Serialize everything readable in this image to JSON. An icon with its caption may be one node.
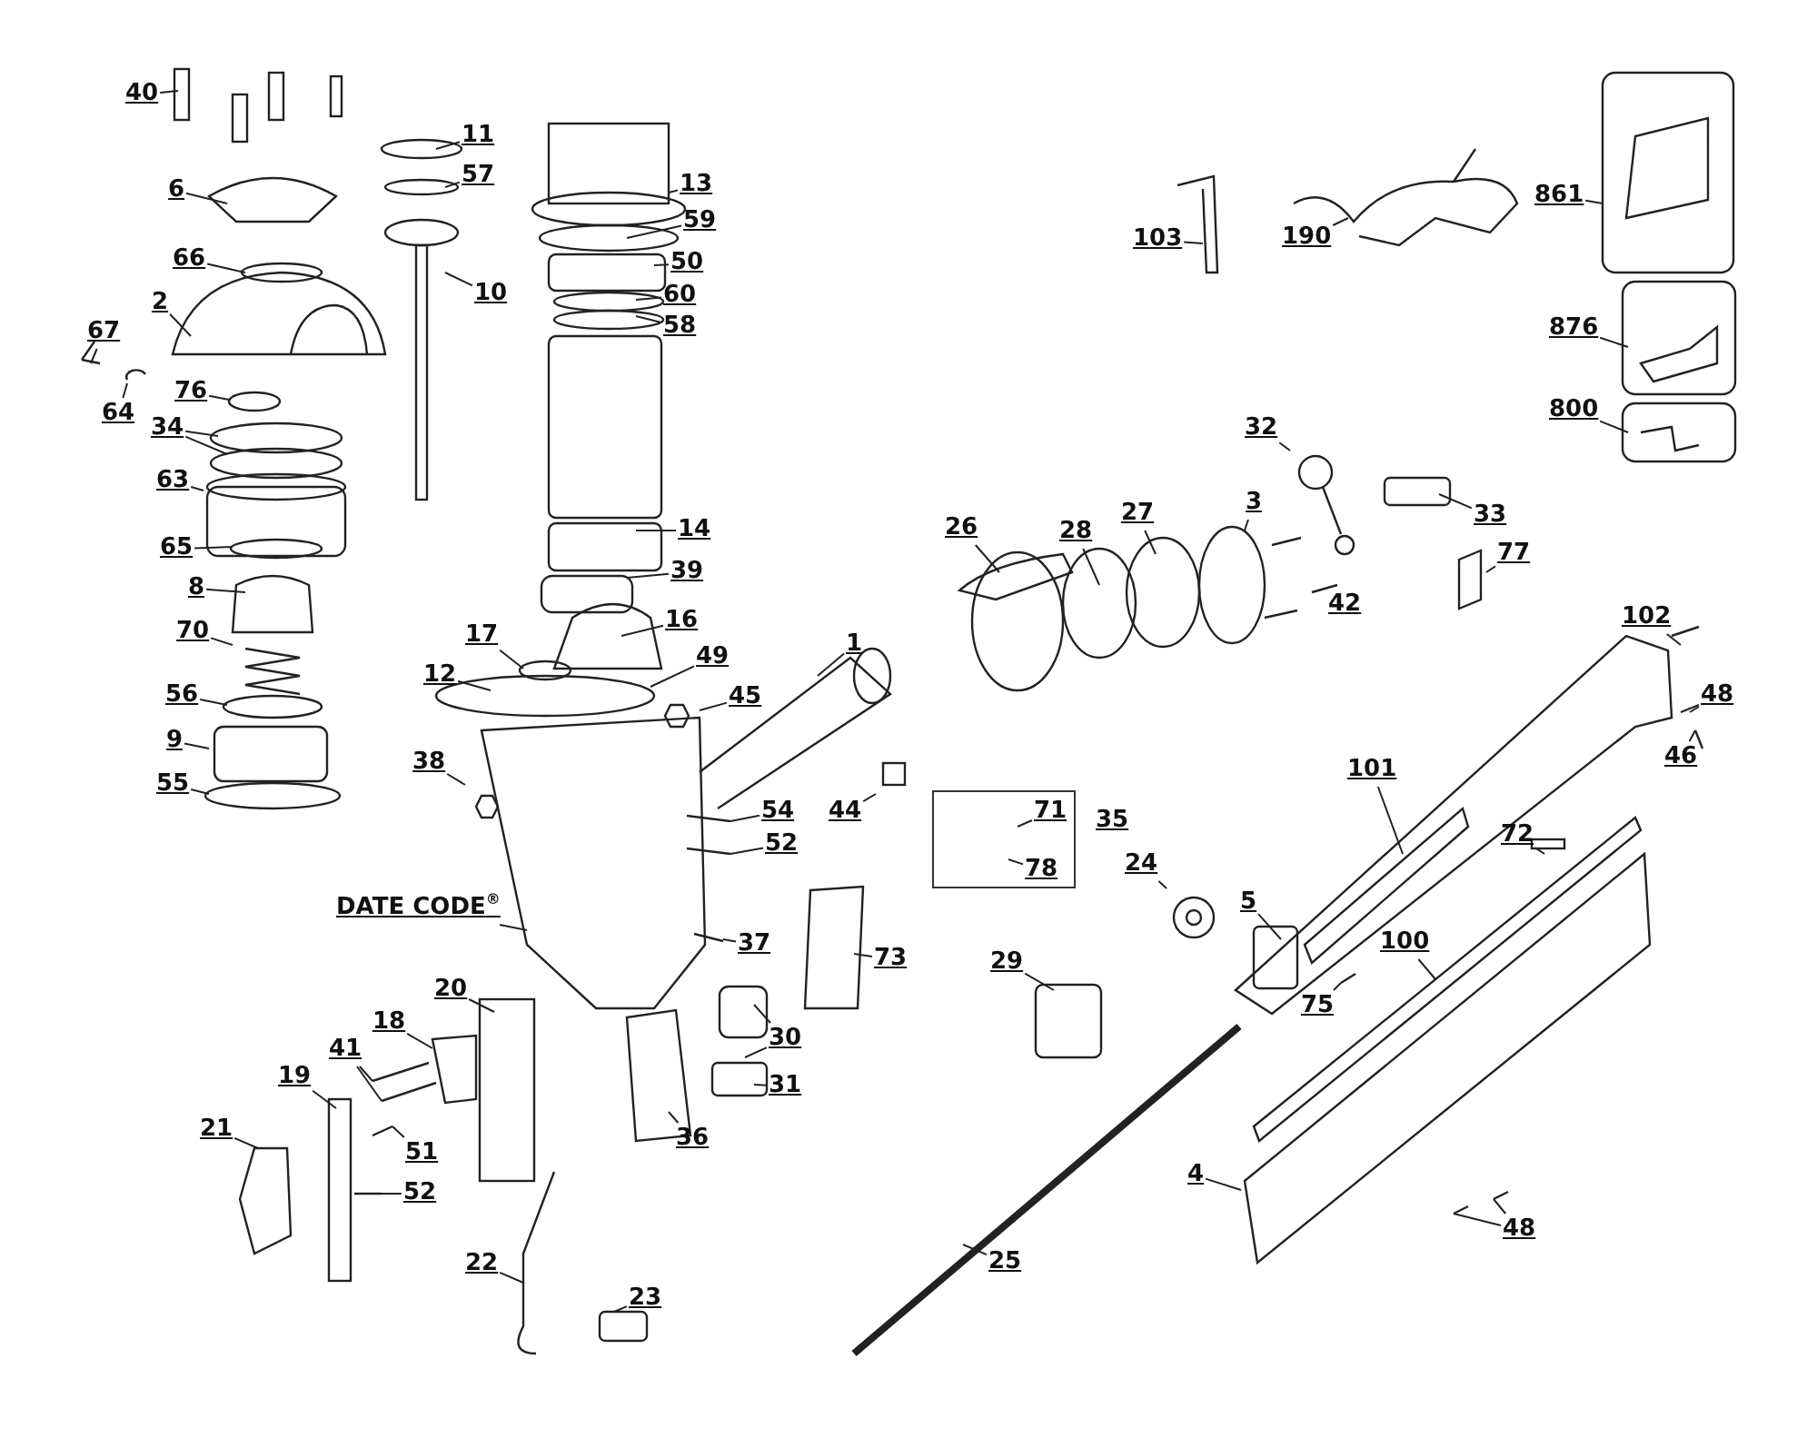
{
  "diagram": {
    "nodes": [
      {
        "text": [
          "40"
        ]
      },
      {
        "text": [
          "6"
        ]
      },
      {
        "text": [
          "11"
        ]
      },
      {
        "text": [
          "57"
        ]
      },
      {
        "text": [
          "13"
        ]
      },
      {
        "text": [
          "10"
        ]
      },
      {
        "text": [
          "59"
        ]
      },
      {
        "text": [
          "66"
        ]
      },
      {
        "text": [
          "50"
        ]
      },
      {
        "text": [
          "60"
        ]
      },
      {
        "text": [
          "2"
        ]
      },
      {
        "text": [
          "58"
        ]
      },
      {
        "text": [
          "67"
        ]
      },
      {
        "text": [
          "64"
        ]
      },
      {
        "text": [
          "76"
        ]
      },
      {
        "text": [
          "34"
        ]
      },
      {
        "text": [
          "63"
        ]
      },
      {
        "text": [
          "14"
        ]
      },
      {
        "text": [
          "65"
        ]
      },
      {
        "text": [
          "39"
        ]
      },
      {
        "text": [
          "8"
        ]
      },
      {
        "text": [
          "16"
        ]
      },
      {
        "text": [
          "17"
        ]
      },
      {
        "text": [
          "70"
        ]
      },
      {
        "text": [
          "12"
        ]
      },
      {
        "text": [
          "1"
        ]
      },
      {
        "text": [
          "49"
        ]
      },
      {
        "text": [
          "45"
        ]
      },
      {
        "text": [
          "56"
        ]
      },
      {
        "text": [
          "9"
        ]
      },
      {
        "text": [
          "55"
        ]
      },
      {
        "text": [
          "38"
        ]
      },
      {
        "text": [
          "44"
        ]
      },
      {
        "text": [
          "54"
        ]
      },
      {
        "text": [
          "52"
        ]
      },
      {
        "text": [
          "DATE CODE$^{®}$"
        ]
      },
      {
        "text": [
          "37"
        ]
      },
      {
        "text": [
          "73"
        ]
      },
      {
        "text": [
          "20"
        ]
      },
      {
        "text": [
          "18"
        ]
      },
      {
        "text": [
          "41"
        ]
      },
      {
        "text": [
          "19"
        ]
      },
      {
        "text": [
          "51"
        ]
      },
      {
        "text": [
          "21"
        ]
      },
      {
        "text": [
          "52"
        ]
      },
      {
        "text": [
          "22"
        ]
      },
      {
        "text": [
          "23"
        ]
      },
      {
        "text": [
          "30"
        ]
      },
      {
        "text": [
          "31"
        ]
      },
      {
        "text": [
          "36"
        ]
      },
      {
        "text": [
          "103"
        ]
      },
      {
        "text": [
          "190"
        ]
      },
      {
        "text": [
          "861"
        ]
      },
      {
        "text": [
          "876"
        ]
      },
      {
        "text": [
          "800"
        ]
      },
      {
        "text": [
          "32"
        ]
      },
      {
        "text": [
          "33"
        ]
      },
      {
        "text": [
          "26"
        ]
      },
      {
        "text": [
          "28"
        ]
      },
      {
        "text": [
          "27"
        ]
      },
      {
        "text": [
          "3"
        ]
      },
      {
        "text": [
          "42"
        ]
      },
      {
        "text": [
          "77"
        ]
      },
      {
        "text": [
          "102"
        ]
      },
      {
        "text": [
          "48"
        ]
      },
      {
        "text": [
          "46"
        ]
      },
      {
        "text": [
          "101"
        ]
      },
      {
        "text": [
          "72"
        ]
      },
      {
        "text": [
          "35"
        ]
      },
      {
        "text": [
          "71"
        ],
        "in": 68
      },
      {
        "text": [
          "78"
        ],
        "in": 68
      },
      {
        "text": [
          "24"
        ]
      },
      {
        "text": [
          "5"
        ]
      },
      {
        "text": [
          "100"
        ]
      },
      {
        "text": [
          "29"
        ]
      },
      {
        "text": [
          "75"
        ]
      },
      {
        "text": [
          "4"
        ]
      },
      {
        "text": [
          "25"
        ]
      },
      {
        "text": [
          "48"
        ]
      }
    ],
    "edges": [
      {
        "from": 0,
        "to": null,
        "arrow": "none"
      },
      {
        "from": 1,
        "to": null,
        "arrow": "none"
      },
      {
        "from": 2,
        "to": null,
        "arrow": "none"
      },
      {
        "from": 3,
        "to": null,
        "arrow": "none"
      },
      {
        "from": 4,
        "to": null,
        "arrow": "none"
      },
      {
        "from": 5,
        "to": null,
        "arrow": "none"
      },
      {
        "from": 6,
        "to": null,
        "arrow": "none"
      },
      {
        "from": 7,
        "to": null,
        "arrow": "none"
      },
      {
        "from": 8,
        "to": null,
        "arrow": "none"
      },
      {
        "from": 9,
        "to": null,
        "arrow": "none"
      },
      {
        "from": 10,
        "to": null,
        "arrow": "none"
      },
      {
        "from": 11,
        "to": null,
        "arrow": "none"
      },
      {
        "from": 12,
        "to": null,
        "arrow": "none"
      },
      {
        "from": 13,
        "to": null,
        "arrow": "none"
      },
      {
        "from": 14,
        "to": null,
        "arrow": "none"
      },
      {
        "from": 15,
        "to": null,
        "arrow": "none"
      },
      {
        "from": 15,
        "to": null,
        "arrow": "none"
      },
      {
        "from": 16,
        "to": null,
        "arrow": "none"
      },
      {
        "from": 17,
        "to": null,
        "arrow": "none"
      },
      {
        "from": 18,
        "to": null,
        "arrow": "none"
      },
      {
        "from": 19,
        "to": null,
        "arrow": "none"
      },
      {
        "from": 20,
        "to": null,
        "arrow": "none"
      },
      {
        "from": 21,
        "to": null,
        "arrow": "none"
      },
      {
        "from": 22,
        "to": null,
        "arrow": "none"
      },
      {
        "from": 23,
        "to": null,
        "arrow": "none"
      },
      {
        "from": 24,
        "to": null,
        "arrow": "none"
      },
      {
        "from": 25,
        "to": null,
        "arrow": "none"
      },
      {
        "from": 26,
        "to": null,
        "arrow": "none"
      },
      {
        "from": 27,
        "to": null,
        "arrow": "none"
      },
      {
        "from": 28,
        "to": null,
        "arrow": "none"
      },
      {
        "from": 29,
        "to": null,
        "arrow": "none"
      },
      {
        "from": 30,
        "to": null,
        "arrow": "none"
      },
      {
        "from": 31,
        "to": null,
        "arrow": "none"
      },
      {
        "from": 32,
        "to": null,
        "arrow": "none"
      },
      {
        "from": 33,
        "to": null,
        "arrow": "none"
      },
      {
        "from": 34,
        "to": null,
        "arrow": "none"
      },
      {
        "from": 35,
        "to": null,
        "arrow": "none"
      },
      {
        "from": 36,
        "to": null,
        "arrow": "none"
      },
      {
        "from": 37,
        "to": null,
        "arrow": "none"
      },
      {
        "from": 38,
        "to": null,
        "arrow": "none"
      },
      {
        "from": 39,
        "to": null,
        "arrow": "none"
      },
      {
        "from": 40,
        "to": null,
        "arrow": "none"
      },
      {
        "from": 40,
        "to": null,
        "arrow": "none"
      },
      {
        "from": 41,
        "to": null,
        "arrow": "none"
      },
      {
        "from": 42,
        "to": null,
        "arrow": "none"
      },
      {
        "from": 43,
        "to": null,
        "arrow": "none"
      },
      {
        "from": 44,
        "to": null,
        "arrow": "none"
      },
      {
        "from": 45,
        "to": null,
        "arrow": "none"
      },
      {
        "from": 46,
        "to": null,
        "arrow": "none"
      },
      {
        "from": 47,
        "to": null,
        "arrow": "none"
      },
      {
        "from": 47,
        "to": null,
        "arrow": "none"
      },
      {
        "from": 48,
        "to": null,
        "arrow": "none"
      },
      {
        "from": 49,
        "to": null,
        "arrow": "none"
      },
      {
        "from": 50,
        "to": null,
        "arrow": "none"
      },
      {
        "from": 51,
        "to": null,
        "arrow": "none"
      },
      {
        "from": 52,
        "to": null,
        "arrow": "none"
      },
      {
        "from": 53,
        "to": null,
        "arrow": "none"
      },
      {
        "from": 54,
        "to": null,
        "arrow": "none"
      },
      {
        "from": 55,
        "to": null,
        "arrow": "none"
      },
      {
        "from": 56,
        "to": null,
        "arrow": "none"
      },
      {
        "from": 57,
        "to": null,
        "arrow": "none"
      },
      {
        "from": 58,
        "to": null,
        "arrow": "none"
      },
      {
        "from": 59,
        "to": null,
        "arrow": "none"
      },
      {
        "from": 60,
        "to": null,
        "arrow": "none"
      },
      {
        "from": 61,
        "to": null,
        "arrow": "none"
      },
      {
        "from": 62,
        "to": null,
        "arrow": "none"
      },
      {
        "from": 63,
        "to": null,
        "arrow": "none"
      },
      {
        "from": 64,
        "to": null,
        "arrow": "none"
      },
      {
        "from": 65,
        "to": null,
        "arrow": "none"
      },
      {
        "from": 66,
        "to": null,
        "arrow": "none"
      },
      {
        "from": 67,
        "to": null,
        "arrow": "none"
      },
      {
        "from": 69,
        "to": null,
        "arrow": "none"
      },
      {
        "from": 70,
        "to": null,
        "arrow": "none"
      },
      {
        "from": 71,
        "to": null,
        "arrow": "none"
      },
      {
        "from": 72,
        "to": null,
        "arrow": "none"
      },
      {
        "from": 73,
        "to": null,
        "arrow": "none"
      },
      {
        "from": 74,
        "to": null,
        "arrow": "none"
      },
      {
        "from": 75,
        "to": null,
        "arrow": "none"
      },
      {
        "from": 76,
        "to": null,
        "arrow": "none"
      },
      {
        "from": 77,
        "to": null,
        "arrow": "none"
      },
      {
        "from": 78,
        "to": null,
        "arrow": "none"
      },
      {
        "from": 78,
        "to": null,
        "arrow": "none"
      }
    ]
  }
}
